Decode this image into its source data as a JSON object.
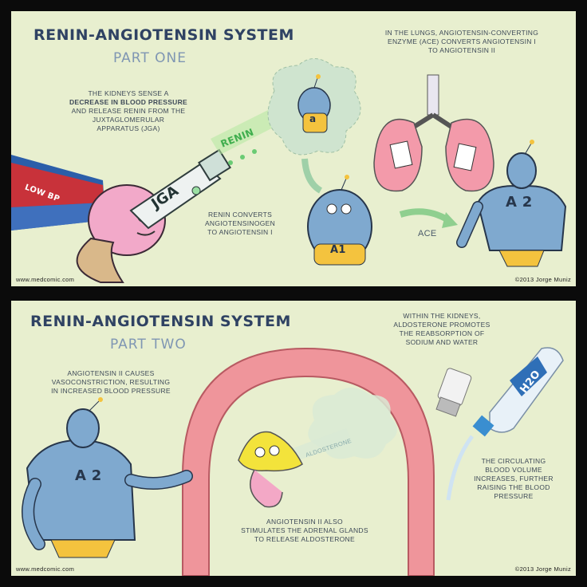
{
  "panel1": {
    "title": "RENIN-ANGIOTENSIN SYSTEM",
    "part": "PART ONE",
    "kidney_caption": [
      "THE KIDNEYS SENSE A",
      "DECREASE IN BLOOD PRESSURE",
      "AND RELEASE RENIN FROM THE",
      "JUXTAGLOMERULAR",
      "APPARATUS (JGA)"
    ],
    "lungs_caption": [
      "IN THE LUNGS, ANGIOTENSIN-CONVERTING",
      "ENZYME (ACE) CONVERTS ANGIOTENSIN I",
      "TO ANGIOTENSIN II"
    ],
    "renin_caption": [
      "RENIN CONVERTS",
      "ANGIOTENSINOGEN",
      "TO ANGIOTENSIN I"
    ],
    "renin_label": "RENIN",
    "gun_label": "JGA",
    "low_bp_label": "LOW BP",
    "a_label": "a",
    "a1_label": "A1",
    "ace_label": "ACE",
    "a2_label": "A 2",
    "website": "www.medcomic.com",
    "copyright": "©2013 Jorge Muniz"
  },
  "panel2": {
    "title": "RENIN-ANGIOTENSIN SYSTEM",
    "part": "PART TWO",
    "vaso_caption": [
      "ANGIOTENSIN II CAUSES",
      "VASOCONSTRICTION, RESULTING",
      "IN INCREASED BLOOD PRESSURE"
    ],
    "kidney_caption": [
      "WITHIN THE KIDNEYS,",
      "ALDOSTERONE PROMOTES",
      "THE REABSORPTION OF",
      "SODIUM AND WATER"
    ],
    "volume_caption": [
      "THE CIRCULATING",
      "BLOOD VOLUME",
      "INCREASES, FURTHER",
      "RAISING THE BLOOD",
      "PRESSURE"
    ],
    "adrenal_caption": [
      "ANGIOTENSIN II ALSO",
      "STIMULATES THE ADRENAL GLANDS",
      "TO RELEASE ALDOSTERONE"
    ],
    "aldosterone_label": "ALDOSTERONE",
    "a2_label": "A 2",
    "h2o_label": "H2O",
    "website": "www.medcomic.com",
    "copyright": "©2013 Jorge Muniz"
  },
  "colors": {
    "panel_bg": "#e8efcf",
    "title": "#2f4263",
    "character_blue": "#6f9cc4",
    "vessel_pink": "#ee8f96",
    "kidney_pink": "#f1a2c8",
    "adrenal_yellow": "#f3e33b",
    "renin_green": "#4bbf5a"
  }
}
